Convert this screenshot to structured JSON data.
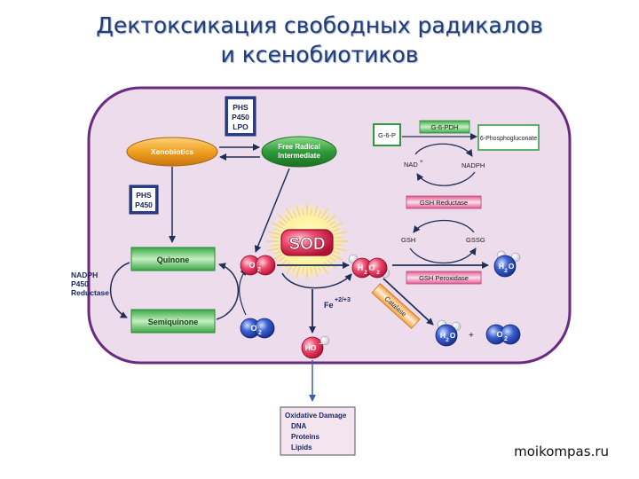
{
  "title": {
    "line1": "Дектоксикация свободных радикалов",
    "line2": "и ксенобиотиков"
  },
  "enzymes": {
    "phs_p450_lpo": [
      "PHS",
      "P450",
      "LPO"
    ],
    "phs_p450": [
      "PHS",
      "P450"
    ],
    "nadph_p450_reductase": [
      "NADPH",
      "P450",
      "Reductase"
    ]
  },
  "nodes": {
    "xenobiotics": "Xenobiotics",
    "free_radical": [
      "Free Radical",
      "Intermediate"
    ],
    "quinone": "Quinone",
    "semiquinone": "Semiquinone",
    "sod": "SOD"
  },
  "molecules": {
    "o2_minus": "O",
    "o2_minus_sub": "2",
    "o2_minus_sup": "−",
    "o2": "O",
    "o2_sub": "2",
    "h2o2_a": "H",
    "h2o2_sub1": "2",
    "h2o2_b": "O",
    "h2o2_sub2": "2",
    "ho": "HO",
    "ho_sup": "−",
    "h2o_a": "H",
    "h2o_sub": "2",
    "h2o_b": "O",
    "plus": "+"
  },
  "fe": {
    "label": "Fe",
    "sup": "+2/+3"
  },
  "pentose": {
    "g6p": "G-6-P",
    "g6pdh": "G-6-PDH",
    "phosphogluconate": "6-Phosphogluconate",
    "nadp": "NAD",
    "nadp_sup": "+",
    "nadph": "NADPH",
    "gsh_reductase": "GSH Reductase",
    "gsh": "GSH",
    "gssg": "GSSG",
    "gsh_peroxidase": "GSH Peroxidase"
  },
  "catalase": "Catalase",
  "damage": {
    "title": "Oxidative Damage",
    "items": [
      "DNA",
      "Proteins",
      "Lipids"
    ]
  },
  "watermark": "moikompas.ru",
  "colors": {
    "cell_fill": "#ecdcec",
    "cell_border": "#6b2a82",
    "arrow": "#1f2f55",
    "green": "#2f9a3a",
    "orange": "#f0a020",
    "red": "#e02050",
    "blue": "#2a4bb0",
    "pink": "#e87aa0"
  }
}
